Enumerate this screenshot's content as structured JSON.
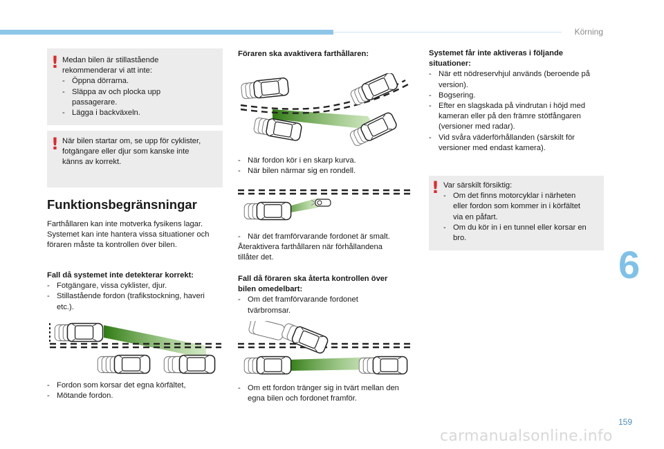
{
  "header": {
    "section": "Körning"
  },
  "chapter": "6",
  "page_number": "159",
  "watermark": "carmanualsonline.info",
  "col1": {
    "warn1": {
      "lines": [
        "Medan bilen är stillastående",
        "rekommenderar vi att inte:"
      ],
      "items": [
        [
          "Öppna dörrarna."
        ],
        [
          "Släppa av och plocka upp",
          "passagerare."
        ],
        [
          "Lägga i backväxeln."
        ]
      ]
    },
    "warn2": {
      "lines": [
        "När bilen startar om, se upp för cyklister,",
        "fotgängare eller djur som kanske inte",
        "känns av korrekt."
      ]
    },
    "heading": "Funktionsbegränsningar",
    "intro": [
      "Farthållaren kan inte motverka fysikens lagar.",
      "Systemet kan inte hantera vissa situationer och",
      "föraren måste ta kontrollen över bilen."
    ],
    "case_title": "Fall då systemet inte detekterar korrekt:",
    "case_items": [
      [
        "Fotgängare, vissa cyklister, djur."
      ],
      [
        "Stillastående fordon (trafikstockning, haveri",
        "etc.)."
      ]
    ],
    "bottom_items": [
      [
        "Fordon som korsar det egna körfältet,"
      ],
      [
        "Mötande fordon."
      ]
    ]
  },
  "col2": {
    "title": "Föraren ska avaktivera farthållaren:",
    "items1": [
      [
        "När fordon kör i en skarp kurva."
      ],
      [
        "När bilen närmar sig en rondell."
      ]
    ],
    "items2": [
      [
        "När det framförvarande fordonet är smalt."
      ]
    ],
    "reactivate": [
      "Återaktivera farthållaren när förhållandena",
      "tillåter det."
    ],
    "case_title": [
      "Fall då föraren ska återta kontrollen över",
      "bilen omedelbart:"
    ],
    "case_items": [
      [
        "Om det framförvarande fordonet",
        "tvärbromsar."
      ]
    ],
    "bottom_items": [
      [
        "Om ett fordon tränger sig in tvärt mellan den",
        "egna bilen och fordonet framför."
      ]
    ]
  },
  "col3": {
    "title": [
      "Systemet får inte aktiveras i följande",
      "situationer:"
    ],
    "items": [
      [
        "När ett nödreservhjul används (beroende på",
        "version)."
      ],
      [
        "Bogsering."
      ],
      [
        "Efter en slagskada på vindrutan i höjd med",
        "kameran eller på den främre stötfångaren",
        "(versioner med radar)."
      ],
      [
        "Vid svåra väderförhållanden (särskilt för",
        "versioner med endast kamera)."
      ]
    ],
    "warn": {
      "lead": "Var särskilt försiktig:",
      "items": [
        [
          "Om det finns motorcyklar i närheten",
          "eller fordon som kommer in i körfältet",
          "via en påfart."
        ],
        [
          "Om du kör in i en tunnel eller korsar en",
          "bro."
        ]
      ]
    }
  },
  "colors": {
    "accent_blue": "#8ec6e8",
    "warning_red": "#e3262c",
    "warn_box": "#ececec",
    "beam_green": "#3f8f1e"
  }
}
